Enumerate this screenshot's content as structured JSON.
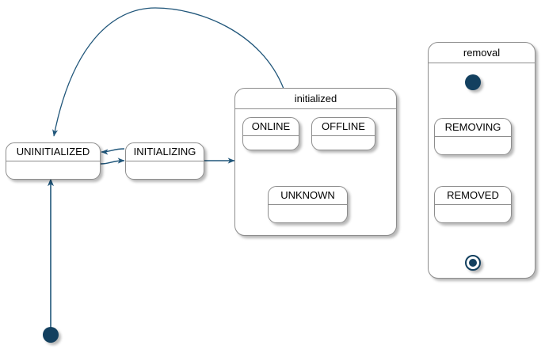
{
  "diagram": {
    "kind": "uml-state-diagram",
    "background": "#ffffff",
    "colors": {
      "node_border": "#8d8d8d",
      "node_fill": "#ffffff",
      "edge": "#20567a",
      "pseudo_state": "#13405f",
      "text": "#000000"
    }
  },
  "states": {
    "uninitialized": {
      "label": "UNINITIALIZED"
    },
    "initializing": {
      "label": "INITIALIZING"
    },
    "initialized": {
      "label": "initialized"
    },
    "online": {
      "label": "ONLINE"
    },
    "offline": {
      "label": "OFFLINE"
    },
    "unknown": {
      "label": "UNKNOWN"
    },
    "removal": {
      "label": "removal"
    },
    "removing": {
      "label": "REMOVING"
    },
    "removed": {
      "label": "REMOVED"
    }
  },
  "pseudo_states": {
    "main_start": {
      "type": "initial"
    },
    "removal_start": {
      "type": "initial"
    },
    "removal_end": {
      "type": "final"
    }
  },
  "transitions": [
    {
      "from": "main_start",
      "to": "uninitialized"
    },
    {
      "from": "uninitialized",
      "to": "initializing"
    },
    {
      "from": "initializing",
      "to": "uninitialized"
    },
    {
      "from": "initializing",
      "to": "initialized"
    },
    {
      "from": "initialized",
      "to": "uninitialized"
    },
    {
      "from": "online",
      "to": "offline"
    },
    {
      "from": "offline",
      "to": "online"
    },
    {
      "from": "online",
      "to": "unknown"
    },
    {
      "from": "unknown",
      "to": "online"
    },
    {
      "from": "offline",
      "to": "unknown"
    },
    {
      "from": "unknown",
      "to": "offline"
    },
    {
      "from": "removal_start",
      "to": "removing"
    },
    {
      "from": "removing",
      "to": "removed"
    },
    {
      "from": "removed",
      "to": "removal_end"
    }
  ]
}
